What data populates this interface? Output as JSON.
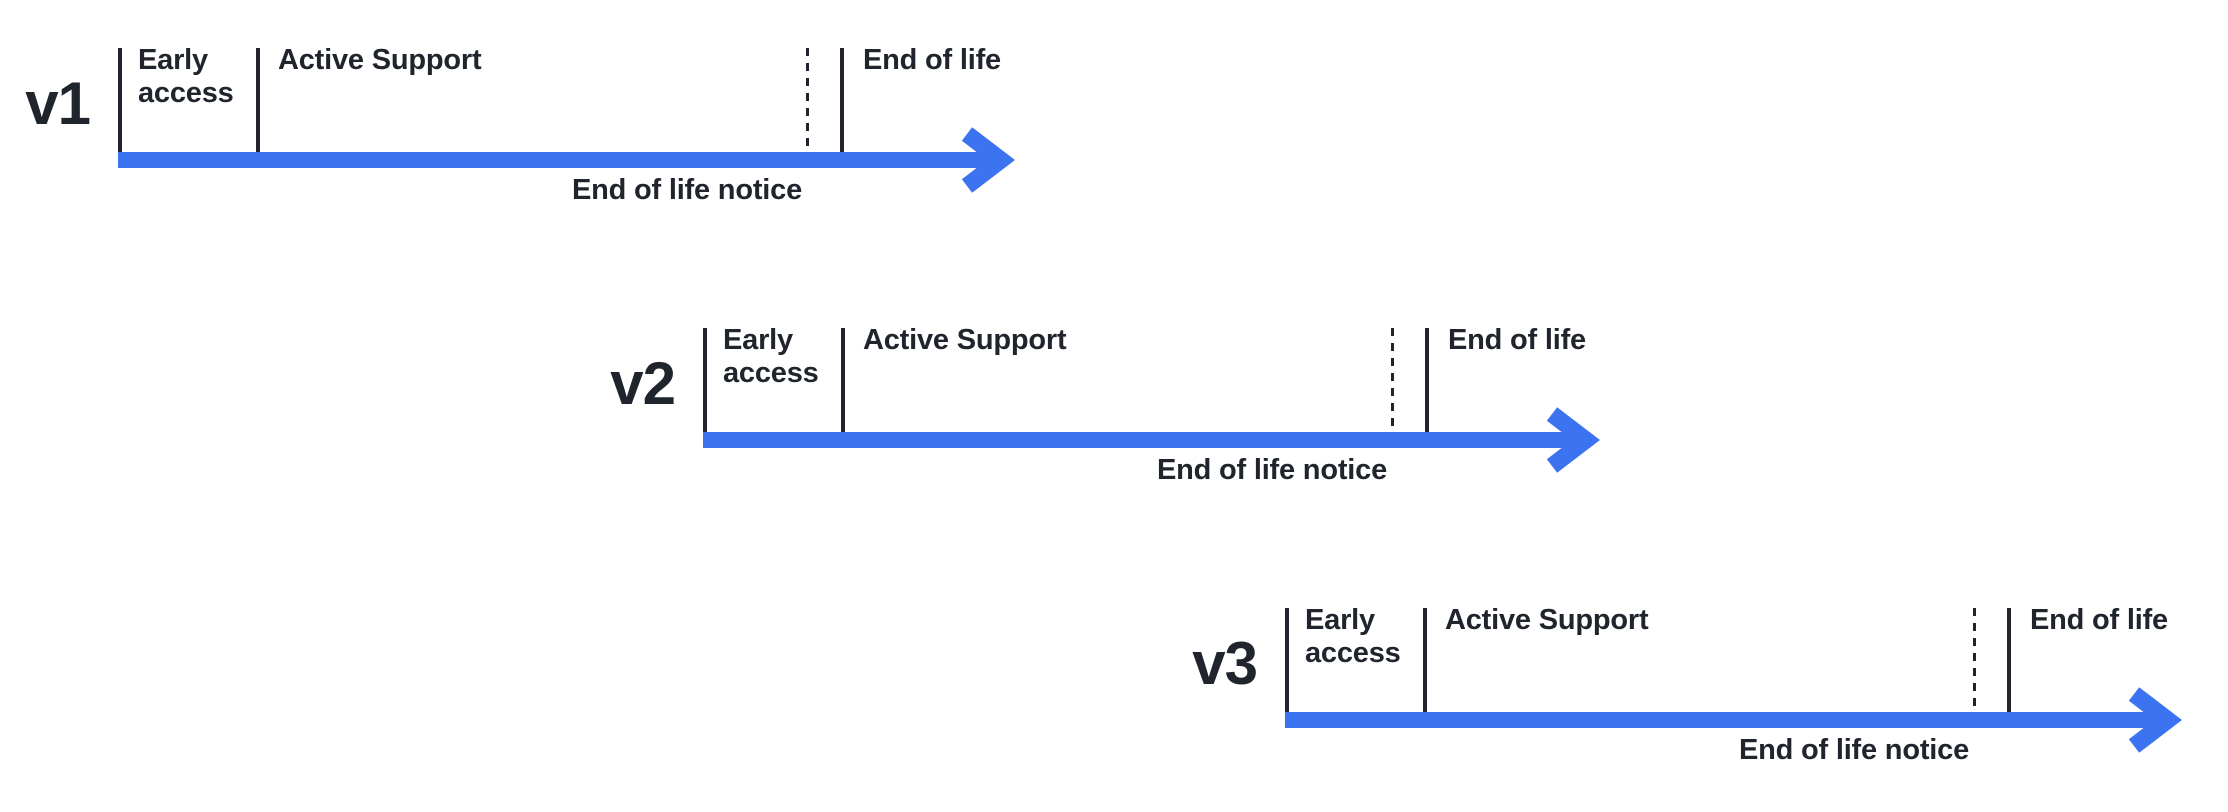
{
  "colors": {
    "accent": "#3C73F0",
    "ink": "#20252D",
    "bg": "#FFFFFF"
  },
  "timelines": [
    {
      "version": "v1",
      "phases": {
        "early_access": "Early access",
        "active_support": "Active Support"
      },
      "end_of_life": "End of life",
      "end_of_life_notice": "End of life notice"
    },
    {
      "version": "v2",
      "phases": {
        "early_access": "Early access",
        "active_support": "Active Support"
      },
      "end_of_life": "End of life",
      "end_of_life_notice": "End of life notice"
    },
    {
      "version": "v3",
      "phases": {
        "early_access": "Early access",
        "active_support": "Active Support"
      },
      "end_of_life": "End of life",
      "end_of_life_notice": "End of life notice"
    }
  ]
}
